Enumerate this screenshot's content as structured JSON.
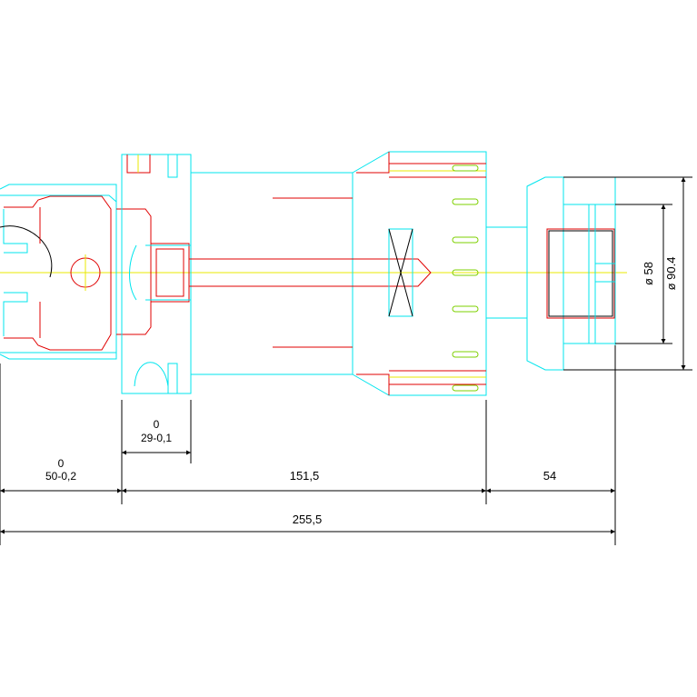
{
  "colors": {
    "background": "#ffffff",
    "outline": "#00e5ee",
    "detail": "#e00000",
    "centerline": "#e8e800",
    "dimension": "#000000",
    "slot": "#7ed000"
  },
  "dimensions": {
    "shank": {
      "upper": "0",
      "lower": "50-0,2"
    },
    "flange": {
      "upper": "0",
      "lower": "29-0,1"
    },
    "body": "151,5",
    "nose": "54",
    "total": "255,5",
    "inner_diameter": "ø 58",
    "outer_diameter": "ø 90.4"
  }
}
